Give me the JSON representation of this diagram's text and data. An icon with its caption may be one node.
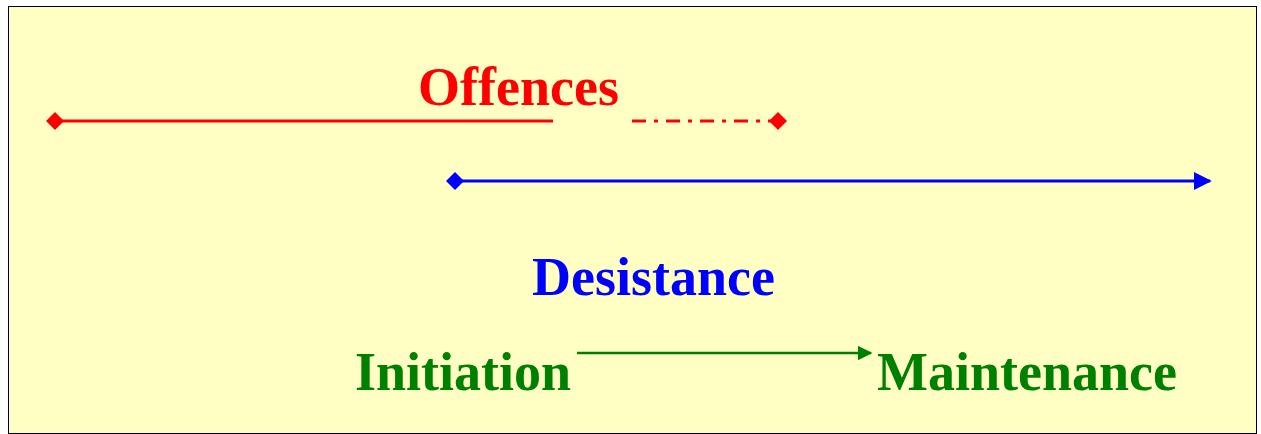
{
  "diagram": {
    "nodes": [
      {
        "text": [
          "Initiation"
        ]
      },
      {
        "text": [
          "Maintenance"
        ]
      }
    ],
    "edges": [
      {
        "from": 0,
        "to": 1,
        "arrow": "to"
      }
    ],
    "labels": [
      "Offences",
      "Desistance"
    ]
  }
}
